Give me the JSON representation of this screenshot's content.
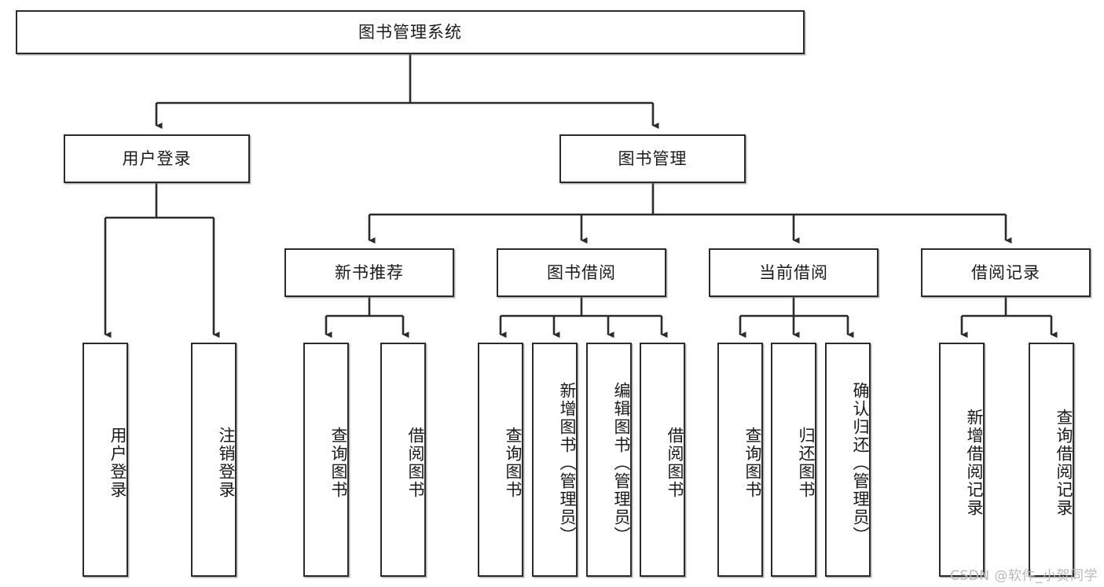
{
  "diagram": {
    "type": "tree-hierarchy",
    "title": "图书管理系统",
    "watermark": "CSDN @软件_小贺同学",
    "colors": {
      "box_border": "#2b2b2b",
      "box_fill": "#ffffff",
      "connector": "#2b2b2b",
      "text": "#1a1a1a",
      "watermark": "#b9b9b9"
    },
    "root": {
      "label": "图书管理系统"
    },
    "level2": [
      {
        "id": "user-login",
        "label": "用户登录"
      },
      {
        "id": "book-manage",
        "label": "图书管理"
      }
    ],
    "level3": [
      {
        "id": "new-book-recommend",
        "label": "新书推荐"
      },
      {
        "id": "book-borrow",
        "label": "图书借阅"
      },
      {
        "id": "current-borrow",
        "label": "当前借阅"
      },
      {
        "id": "borrow-record",
        "label": "借阅记录"
      }
    ],
    "leaves": {
      "user_login": [
        {
          "id": "leaf-user-login",
          "label": "用户登录"
        },
        {
          "id": "leaf-logout-login",
          "label": "注销登录"
        }
      ],
      "new_book_recommend": [
        {
          "id": "leaf-query-book-1",
          "label": "查询图书"
        },
        {
          "id": "leaf-borrow-book-1",
          "label": "借阅图书"
        }
      ],
      "book_borrow": [
        {
          "id": "leaf-query-book-2",
          "label": "查询图书"
        },
        {
          "id": "leaf-add-book",
          "label": "新增图书（管理员）"
        },
        {
          "id": "leaf-edit-book",
          "label": "编辑图书（管理员）"
        },
        {
          "id": "leaf-borrow-book-2",
          "label": "借阅图书"
        }
      ],
      "current_borrow": [
        {
          "id": "leaf-query-book-3",
          "label": "查询图书"
        },
        {
          "id": "leaf-return-book",
          "label": "归还图书"
        },
        {
          "id": "leaf-confirm-return",
          "label": "确认归还（管理员）"
        }
      ],
      "borrow_record": [
        {
          "id": "leaf-add-record",
          "label": "新增借阅记录"
        },
        {
          "id": "leaf-query-record",
          "label": "查询借阅记录"
        }
      ]
    }
  }
}
